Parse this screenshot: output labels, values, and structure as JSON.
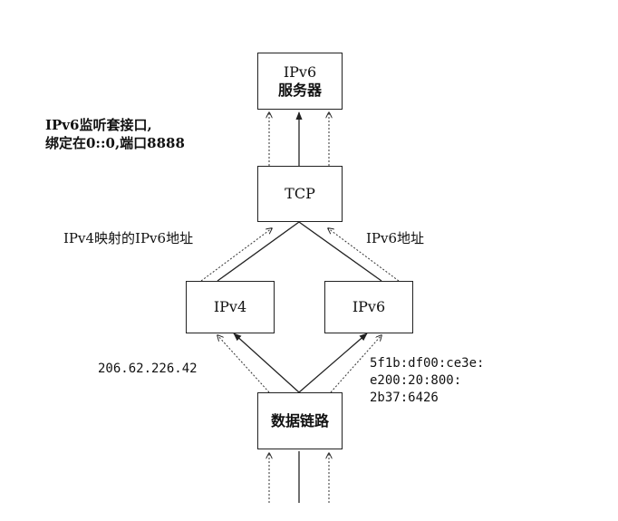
{
  "boxes": {
    "server_line1": "IPv6",
    "server_line2": "服务器",
    "tcp": "TCP",
    "ipv4": "IPv4",
    "ipv6": "IPv6",
    "datalink": "数据链路"
  },
  "annotations": {
    "listen_line1": "IPv6监听套接口,",
    "listen_line2": "绑定在0::0,端口8888",
    "mapped_label": "IPv4映射的IPv6地址",
    "ipv6_addr_label": "IPv6地址",
    "ipv4_address": "206.62.226.42",
    "ipv6_address_line1": "5f1b:df00:ce3e:",
    "ipv6_address_line2": "e200:20:800:",
    "ipv6_address_line3": "2b37:6426"
  }
}
